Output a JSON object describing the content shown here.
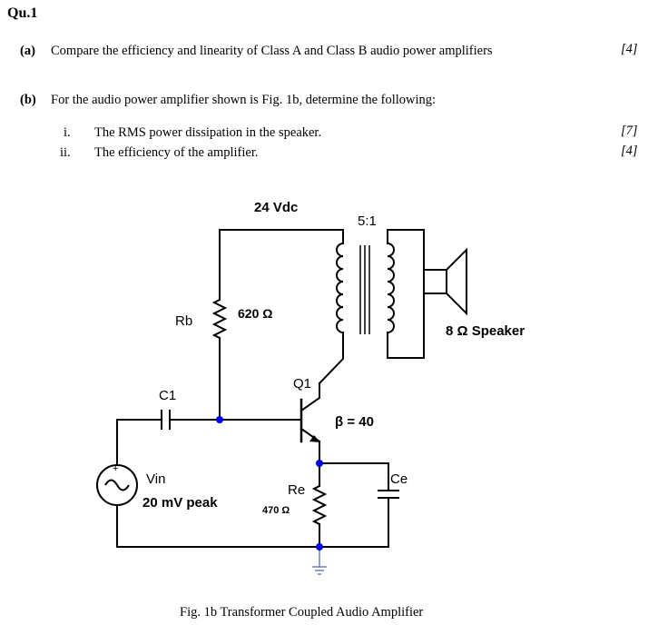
{
  "question_title": "Qu.1",
  "part_a": {
    "label": "(a)",
    "text": "Compare the efficiency and linearity of Class A and Class B audio power amplifiers",
    "marks": "[4]"
  },
  "part_b": {
    "label": "(b)",
    "text": "For the audio power amplifier shown is Fig. 1b, determine the following:",
    "items": [
      {
        "num": "i.",
        "text": "The RMS power dissipation in the speaker.",
        "marks": "[7]"
      },
      {
        "num": "ii.",
        "text": "The efficiency of the amplifier.",
        "marks": "[4]"
      }
    ]
  },
  "circuit": {
    "supply": "24 Vdc",
    "ratio": "5:1",
    "rb_label": "Rb",
    "rb_value": "620 Ω",
    "speaker": "8 Ω Speaker",
    "q_label": "Q1",
    "beta": "β = 40",
    "c1_label": "C1",
    "vin_label": "Vin",
    "vin_value": "20 mV peak",
    "re_label": "Re",
    "re_value": "470 Ω",
    "ce_label": "Ce",
    "plus_sign": "+"
  },
  "caption": "Fig. 1b  Transformer Coupled Audio Amplifier",
  "colors": {
    "node_dot": "#0000ee",
    "ground": "#6a7fc0"
  }
}
